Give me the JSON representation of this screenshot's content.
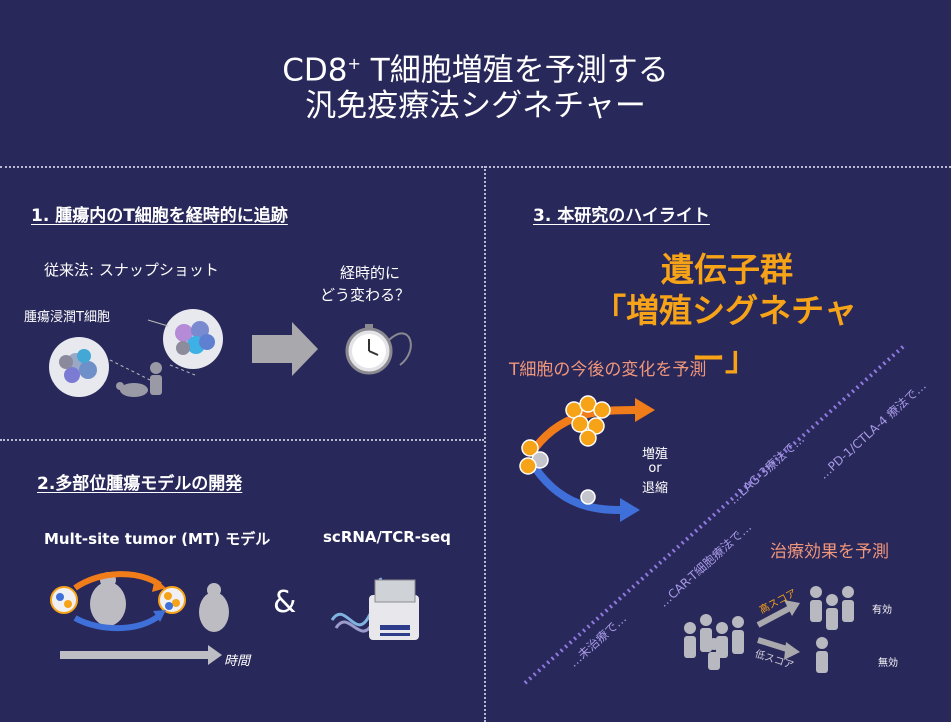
{
  "header": {
    "title_line1_prefix": "CD8",
    "title_sup": "+",
    "title_line1_suffix": " T細胞増殖を予測する",
    "title_line2": "汎免疫療法シグネチャー"
  },
  "section1": {
    "heading": "1. 腫瘍内のT細胞を経時的に追跡",
    "conventional_label": "従来法: スナップショット",
    "til_label": "腫瘍浸潤T細胞",
    "question_line1": "経時的に",
    "question_line2": "どう変わる？"
  },
  "section2": {
    "heading": "2.多部位腫瘍モデルの開発",
    "model_label": "Mult-site tumor (MT) モデル",
    "seq_label": "scRNA/TCR-seq",
    "ampersand": "&",
    "time_label": "時間"
  },
  "section3": {
    "heading": "3. 本研究のハイライト",
    "highlight_line1": "遺伝子群",
    "highlight_line2": "「増殖シグネチャー」",
    "predict_future_label": "T細胞の今後の変化を予測",
    "outcome_line1": "増殖",
    "outcome_line2": "or",
    "outcome_line3": "退縮",
    "diag_untreated": "…未治療で…",
    "diag_cart": "…CAR-T細胞療法で…",
    "diag_lag3": "…LAG-3療法で…",
    "diag_pd1": "…PD-1/CTLA-4 療法で…",
    "predict_effect_label": "治療効果を予測",
    "high_score": "高スコア",
    "low_score": "低スコア",
    "effective": "有効",
    "ineffective": "無効"
  },
  "colors": {
    "background": "#29285a",
    "orange": "#f7a318",
    "salmon": "#f0967a",
    "blue": "#3f6fd8",
    "purple": "#9a84dd"
  }
}
